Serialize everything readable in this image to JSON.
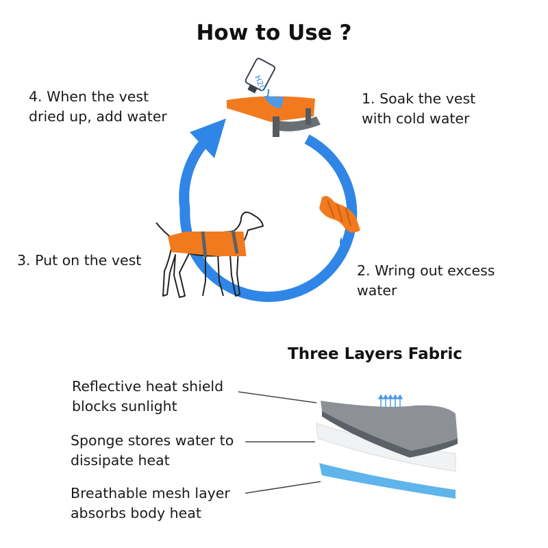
{
  "title": "How to Use ?",
  "steps": [
    {
      "number": "1.",
      "line1": "Soak the vest",
      "line2": "with cold water"
    },
    {
      "number": "2.",
      "line1": "Wring out excess",
      "line2": "water"
    },
    {
      "number": "3.",
      "line1": "Put on the vest",
      "line2": ""
    },
    {
      "number": "4.",
      "line1": "When the vest",
      "line2": "dried up, add water"
    }
  ],
  "bottle_label": "H2O",
  "fabric": {
    "title": "Three Layers Fabric",
    "layers": [
      {
        "line1": "Reflective heat shield",
        "line2": "blocks sunlight"
      },
      {
        "line1": "Sponge stores water to",
        "line2": "dissipate heat"
      },
      {
        "line1": "Breathable mesh layer",
        "line2": "absorbs body heat"
      }
    ]
  },
  "colors": {
    "cycle_arrow": "#2f86e6",
    "vest_orange": "#f27a1e",
    "vest_gray": "#5b6167",
    "shield_gray": "#8d9196",
    "sponge": "#f1f2f3",
    "mesh_blue": "#5fb4ea"
  }
}
